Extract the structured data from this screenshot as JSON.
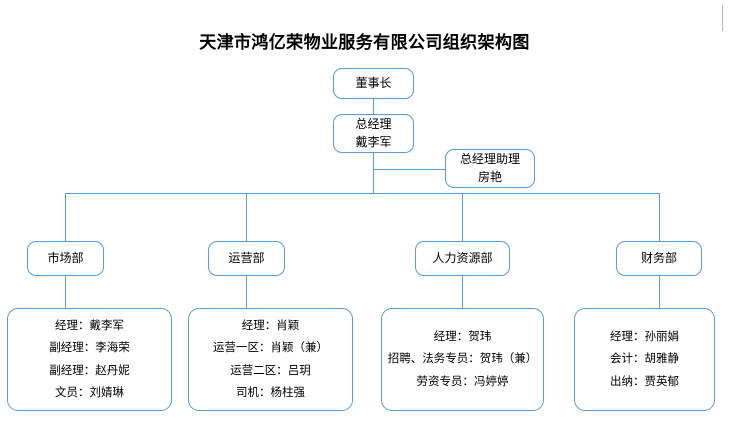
{
  "document": {
    "title": "天津市鸿亿荣物业服务有限公司组织架构图",
    "type": "organization-chart",
    "accent_color": "#5B9BD5",
    "text_color": "#000000",
    "background": "#ffffff"
  },
  "nodes": {
    "chairman": {
      "lines": [
        "董事长"
      ]
    },
    "general_manager": {
      "lines": [
        "总经理",
        "戴李军"
      ]
    },
    "gm_assistant": {
      "lines": [
        "总经理助理",
        "房艳"
      ]
    },
    "departments": [
      {
        "name": "市场部"
      },
      {
        "name": "运营部"
      },
      {
        "name": "人力资源部"
      },
      {
        "name": "财务部"
      }
    ],
    "details": [
      {
        "lines": [
          "经理：戴李军",
          "副经理：李海荣",
          "副经理：赵丹妮",
          "文员：刘婧琳"
        ]
      },
      {
        "lines": [
          "经理：肖颖",
          "运营一区：肖颖（兼）",
          "运营二区：吕玥",
          "司机：杨柱强"
        ]
      },
      {
        "lines": [
          "经理：贺玮",
          "招聘、法务专员：贺玮（兼）",
          "劳资专员：冯婷婷"
        ]
      },
      {
        "lines": [
          "经理：孙丽娟",
          "会计：胡雅静",
          "出纳：贾英郁"
        ]
      }
    ]
  }
}
